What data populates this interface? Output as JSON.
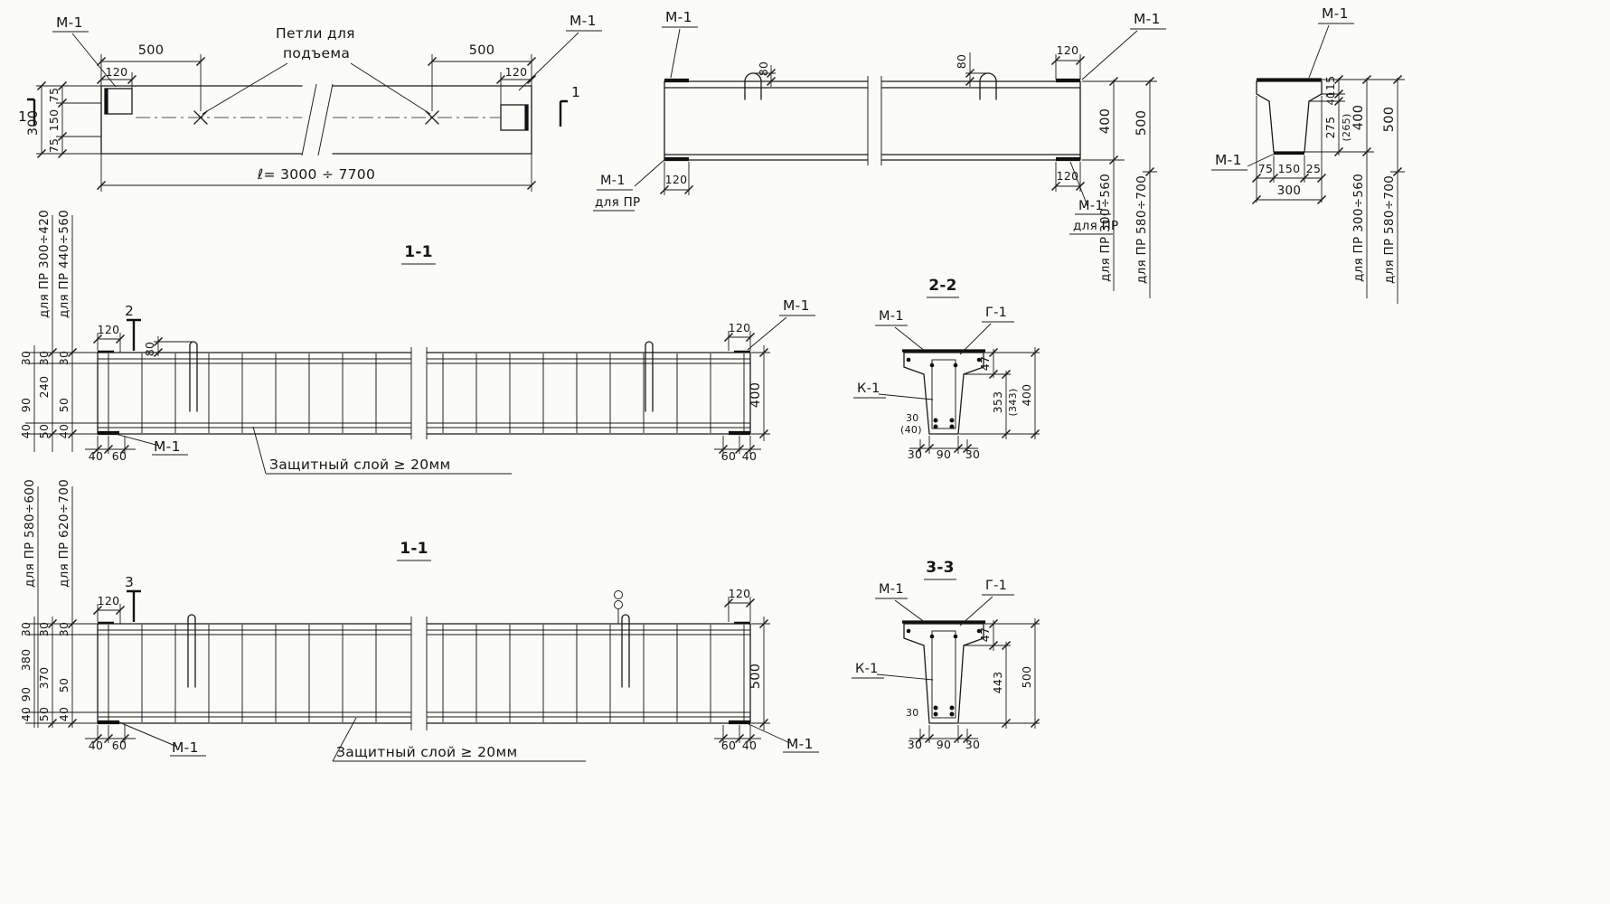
{
  "sheet": {
    "background": "#fbfbf8",
    "ink": "#1a1a1a"
  },
  "labels": {
    "m1": "М-1",
    "g1": "Г-1",
    "k1": "К-1",
    "dlya_pr": "для ПР",
    "petli_line1": "Петли для",
    "petli_line2": "подъема",
    "length_total": "ℓ= 3000 ÷ 7700",
    "section_11": "1-1",
    "section_22": "2-2",
    "section_33": "3-3",
    "cut_1": "1",
    "cut_2": "2",
    "cut_3": "3",
    "protective_layer": "Защитный  слой ≥ 20мм",
    "pr_300_420": "для ПР 300÷420",
    "pr_440_560": "для ПР 440÷560",
    "pr_580_600": "для ПР 580÷600",
    "pr_620_700": "для ПР 620÷700",
    "pr_300_560": "для ПР 300÷560",
    "pr_580_700": "для ПР 580÷700"
  },
  "dims": {
    "d25": "25",
    "d30": "30",
    "d40": "40",
    "d40p": "(40)",
    "d47": "47",
    "d50": "50",
    "d60": "60",
    "d75": "75",
    "d80": "80",
    "d90": "90",
    "d115": "115",
    "d120": "120",
    "d150": "150",
    "d240": "240",
    "d265p": "(265)",
    "d275": "275",
    "d300": "300",
    "d343p": "(343)",
    "d353": "353",
    "d370": "370",
    "d380": "380",
    "d400": "400",
    "d443": "443",
    "d500": "500"
  }
}
